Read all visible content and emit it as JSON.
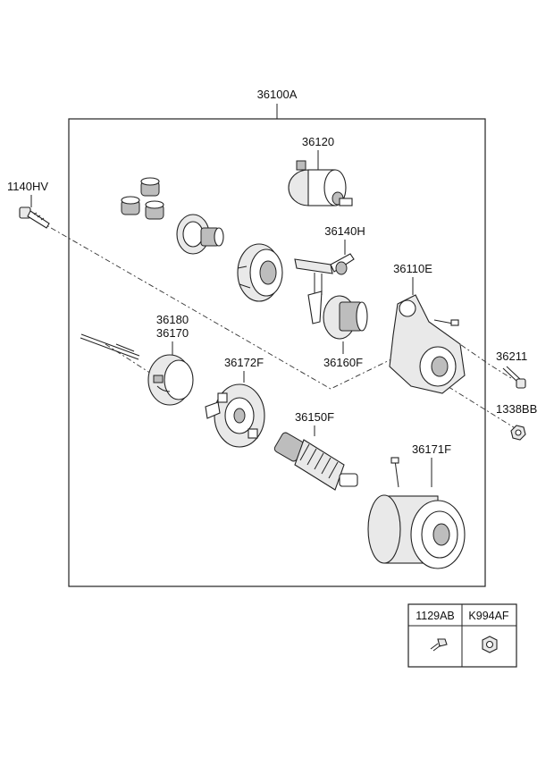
{
  "diagram": {
    "assembly_label": "36100A",
    "parts": {
      "bolt_left": "1140HV",
      "solenoid": "36120",
      "lever": "36140H",
      "housing": "36110E",
      "brush_holder_upper": "36180",
      "brush_holder_lower": "36170",
      "brush_plate": "36172F",
      "pinion": "36160F",
      "bolt_right": "36211",
      "nut_right": "1338BB",
      "armature": "36150F",
      "yoke": "36171F"
    },
    "legend": {
      "col1": "1129AB",
      "col2": "K994AF"
    }
  }
}
